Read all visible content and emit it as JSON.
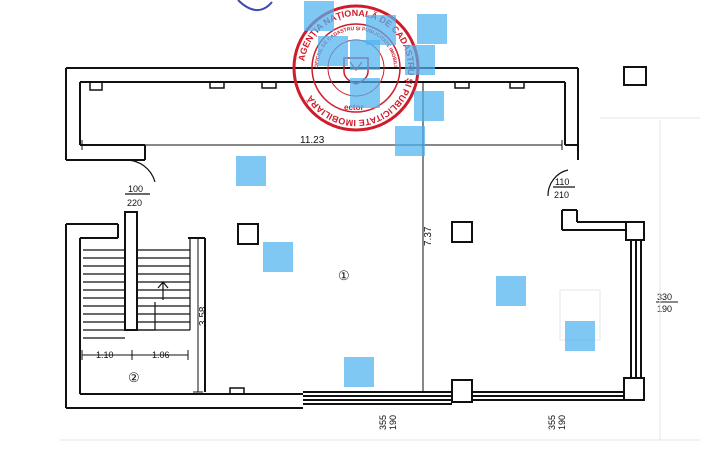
{
  "plan": {
    "dimensions": {
      "width_top": "11.23",
      "height_center": "7.37",
      "stair_height": "3.58",
      "stair_width_left": "1.10",
      "stair_width_right": "1.06"
    },
    "doors": {
      "left": {
        "width": "100",
        "height": "220"
      },
      "right": {
        "width": "110",
        "height": "210"
      }
    },
    "windows": {
      "right": {
        "width": "330",
        "height": "190"
      },
      "bottom_left": {
        "width": "355",
        "height": "190"
      },
      "bottom_right": {
        "width": "355",
        "height": "190"
      }
    },
    "rooms": {
      "main": "①",
      "stair": "②"
    }
  },
  "stamp": {
    "text_top": "AGENȚIA NAȚIONALĂ DE CADASTRU ȘI PUBLICITATE IMOBILIARĂ",
    "text_inner": "OFICIUL DE CADASTRU ȘI PUBLICITATE IMOBILIARĂ",
    "text_center": "ector",
    "color": "#d01b2a"
  },
  "highlight_color": "#4fb3f0"
}
